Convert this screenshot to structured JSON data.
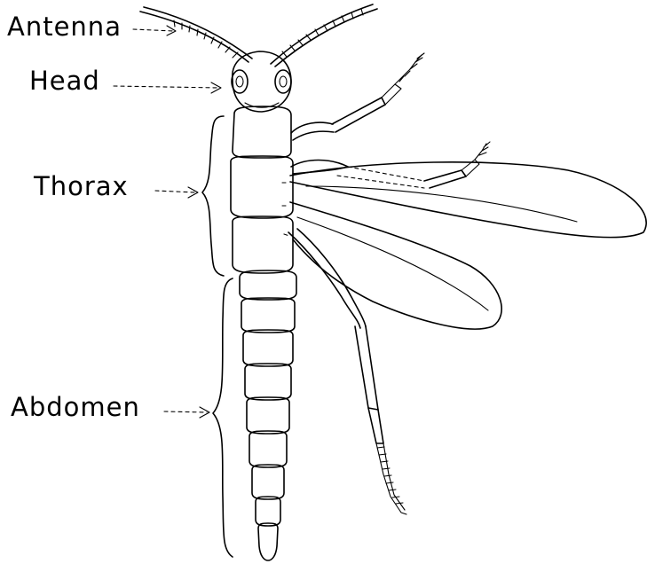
{
  "labels": {
    "antenna": "Antenna",
    "head": "Head",
    "thorax": "Thorax",
    "abdomen": "Abdomen"
  },
  "colors": {
    "ink": "#000000",
    "background": "#ffffff"
  }
}
